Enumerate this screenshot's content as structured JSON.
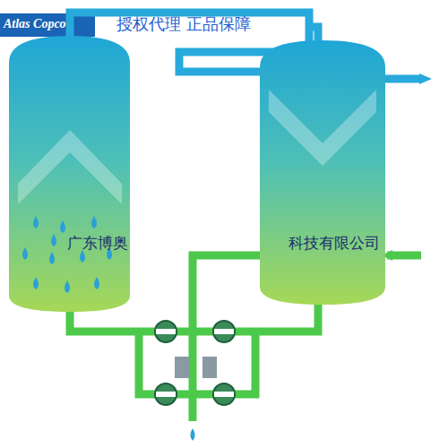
{
  "diagram": {
    "labels": [
      "Atlas Copco",
      "授权代理 正品保障",
      "广东博奥",
      "科技有限公司"
    ]
  }
}
